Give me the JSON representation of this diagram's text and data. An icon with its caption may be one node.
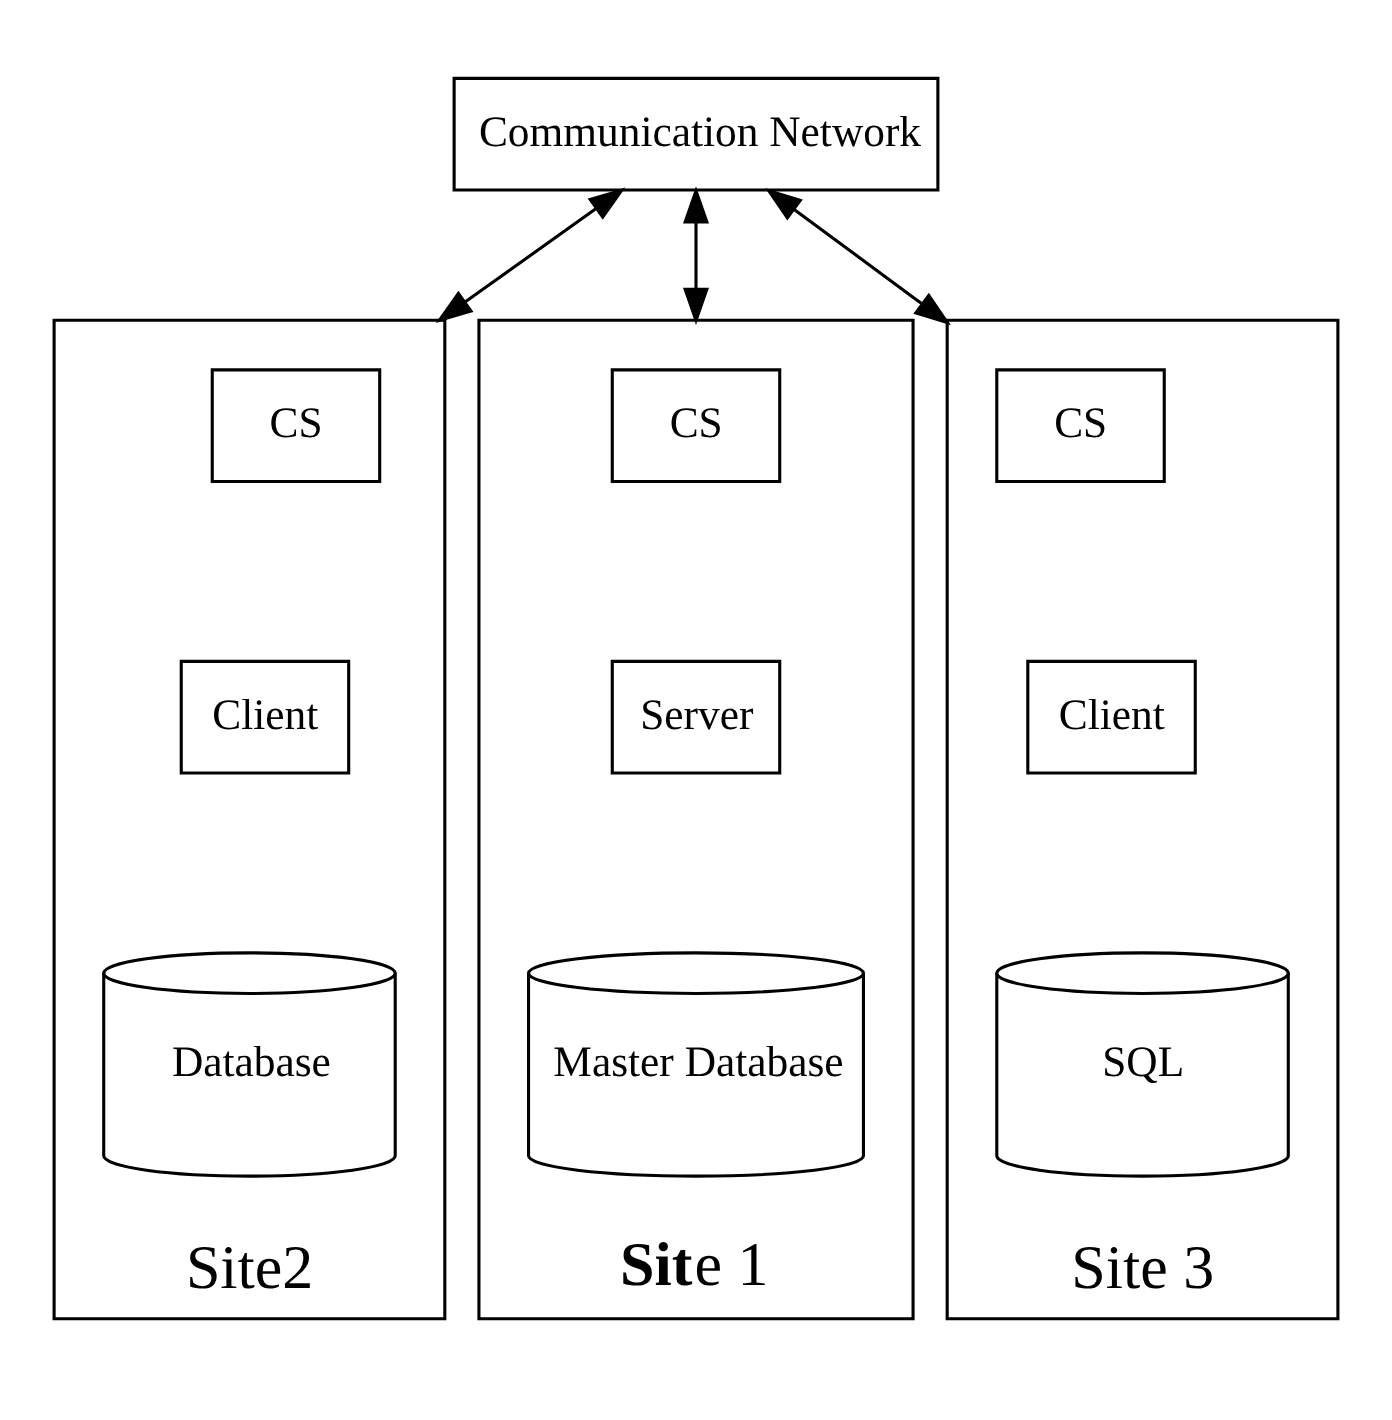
{
  "diagram": {
    "nodes": [
      {
        "text": [
          "Communication Network"
        ]
      },
      {
        "text": [
          "Site2"
        ]
      },
      {
        "text": [
          "CS"
        ],
        "in": 1
      },
      {
        "text": [
          "Client"
        ],
        "in": 1
      },
      {
        "text": [
          "Database"
        ],
        "in": 1
      },
      {
        "text": [
          "**Sit**e 1"
        ]
      },
      {
        "text": [
          "CS"
        ],
        "in": 5
      },
      {
        "text": [
          "Server"
        ],
        "in": 5
      },
      {
        "text": [
          "Master Database"
        ],
        "in": 5
      },
      {
        "text": [
          "Site 3"
        ]
      },
      {
        "text": [
          "CS"
        ],
        "in": 9
      },
      {
        "text": [
          "Client"
        ],
        "in": 9
      },
      {
        "text": [
          "SQL"
        ],
        "in": 9
      }
    ],
    "edges": [
      {
        "from": 0,
        "to": 1,
        "arrow": "both"
      },
      {
        "from": 0,
        "to": 5,
        "arrow": "both"
      },
      {
        "from": 0,
        "to": 9,
        "arrow": "both"
      }
    ]
  }
}
